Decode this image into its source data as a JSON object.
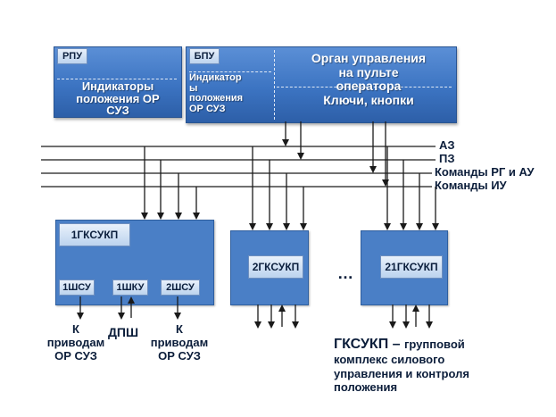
{
  "rpu": {
    "tag": "РПУ",
    "text_line1": "Индикаторы",
    "text_line2": "положения ОР",
    "text_line3": "СУЗ"
  },
  "bpu": {
    "tag": "БПУ",
    "ind_line1": "Индикатор",
    "ind_line2": "ы",
    "ind_line3": "положения",
    "ind_line4": "ОР СУЗ",
    "organ_line1": "Орган управления",
    "organ_line2": "на пульте",
    "organ_line3": "оператора",
    "organ_line4": "Ключи, кнопки"
  },
  "buses": [
    "АЗ",
    "ПЗ",
    "Команды РГ и АУ",
    "Команды ИУ"
  ],
  "gksukp1": {
    "title": "1ГКСУКП",
    "sub1": "1ШСУ",
    "sub2": "1ШКУ",
    "sub3": "2ШСУ"
  },
  "gksukp2": {
    "title": "2ГКСУКП"
  },
  "ellipsis": "…",
  "gksukp21": {
    "title": "21ГКСУКП"
  },
  "outputs": {
    "left_line1": "К",
    "left_line2": "приводам",
    "left_line3": "ОР СУЗ",
    "dpsh": "ДПШ",
    "right_line1": "К",
    "right_line2": "приводам",
    "right_line3": "ОР СУЗ"
  },
  "legend": {
    "abbr": "ГКСУКП – ",
    "line1_rest": "групповой",
    "line2": "комплекс силового",
    "line3": "управления и контроля",
    "line4": "положения"
  }
}
